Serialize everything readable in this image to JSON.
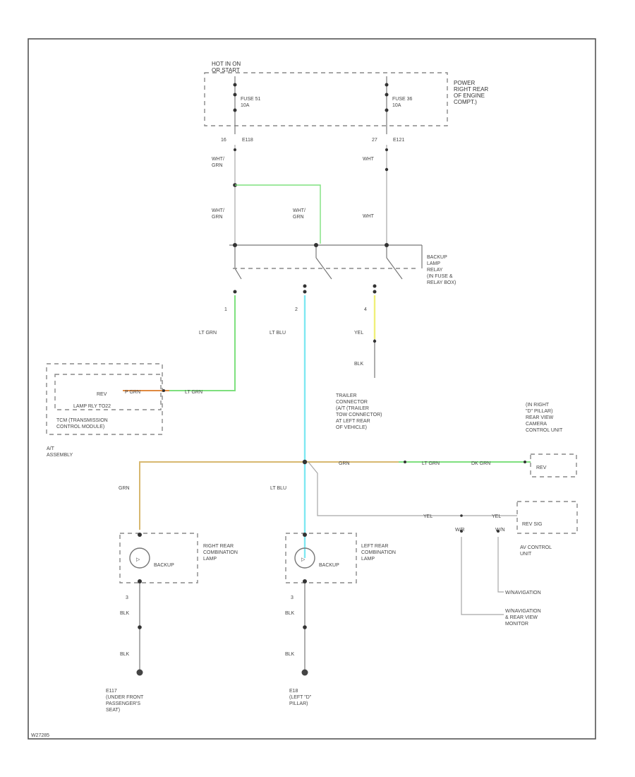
{
  "fuse_box": {
    "hot_label": "HOT IN ON\nOR START",
    "location": "POWER\nRIGHT REAR\nOF ENGINE\nCOMPT.)",
    "fuse1": "FUSE 51\n10A",
    "fuse2": "FUSE 36\n10A",
    "pin1": "16",
    "conn1": "E118",
    "pin2": "27",
    "conn2": "E121"
  },
  "wires": {
    "wht_grn": "WHT/\nGRN",
    "wht": "WHT",
    "lt_grn": "LT GRN",
    "lt_blu": "LT BLU",
    "yel": "YEL",
    "blk": "BLK",
    "grn": "GRN",
    "dk_grn": "DK GRN",
    "lt_grn_inline": "LT GRN",
    "p_grn": "P GRN"
  },
  "relay": {
    "label": "BACKUP\nLAMP\nRELAY\n(IN FUSE &\nRELAY BOX)",
    "pin1": "1",
    "pin2": "2",
    "pin4": "4"
  },
  "tcm": {
    "inner1": "REV",
    "inner2": "LAMP RLY TO22",
    "inner3": "TCM (TRANSMISSION\nCONTROL MODULE)",
    "outer": "A/T\nASSEMBLY"
  },
  "trailer": {
    "label": "TRAILER\nCONNECTOR\n(A/T (TRAILER\nTOW CONNECTOR)\nAT LEFT REAR\nOF VEHICLE)"
  },
  "camera": {
    "label": "(IN RIGHT\n\"D\" PILLAR)\nREAR VIEW\nCAMERA\nCONTROL UNIT",
    "pin": "REV"
  },
  "av_unit": {
    "pin": "REV SIG",
    "label": "AV CONTROL\nUNIT",
    "wire_nav": "W/NAVIGATION",
    "wire_monitor": "W/NAVIGATION\n& REAR VIEW\nMONITOR",
    "inline": "YEL"
  },
  "lamps": {
    "right_name": "RIGHT REAR\nCOMBINATION\nLAMP",
    "left_name": "LEFT REAR\nCOMBINATION\nLAMP",
    "backup": "BACKUP",
    "pin_b": "3"
  },
  "grounds": {
    "g1": "E117\n(UNDER FRONT\nPASSENGER'S\nSEAT)",
    "g2": "E18\n(LEFT \"D\"\nPILLAR)"
  },
  "footer_id": "W27285",
  "colors": {
    "lt_grn": "#7ee07e",
    "lt_blu": "#7fe8f2",
    "yel": "#f0f07a",
    "grn": "#d8b870",
    "orange": "#e08a40",
    "frame": "#555555"
  },
  "icons": {
    "lamp": "lamp-icon",
    "ground": "ground-icon",
    "switch": "relay-switch-icon"
  }
}
